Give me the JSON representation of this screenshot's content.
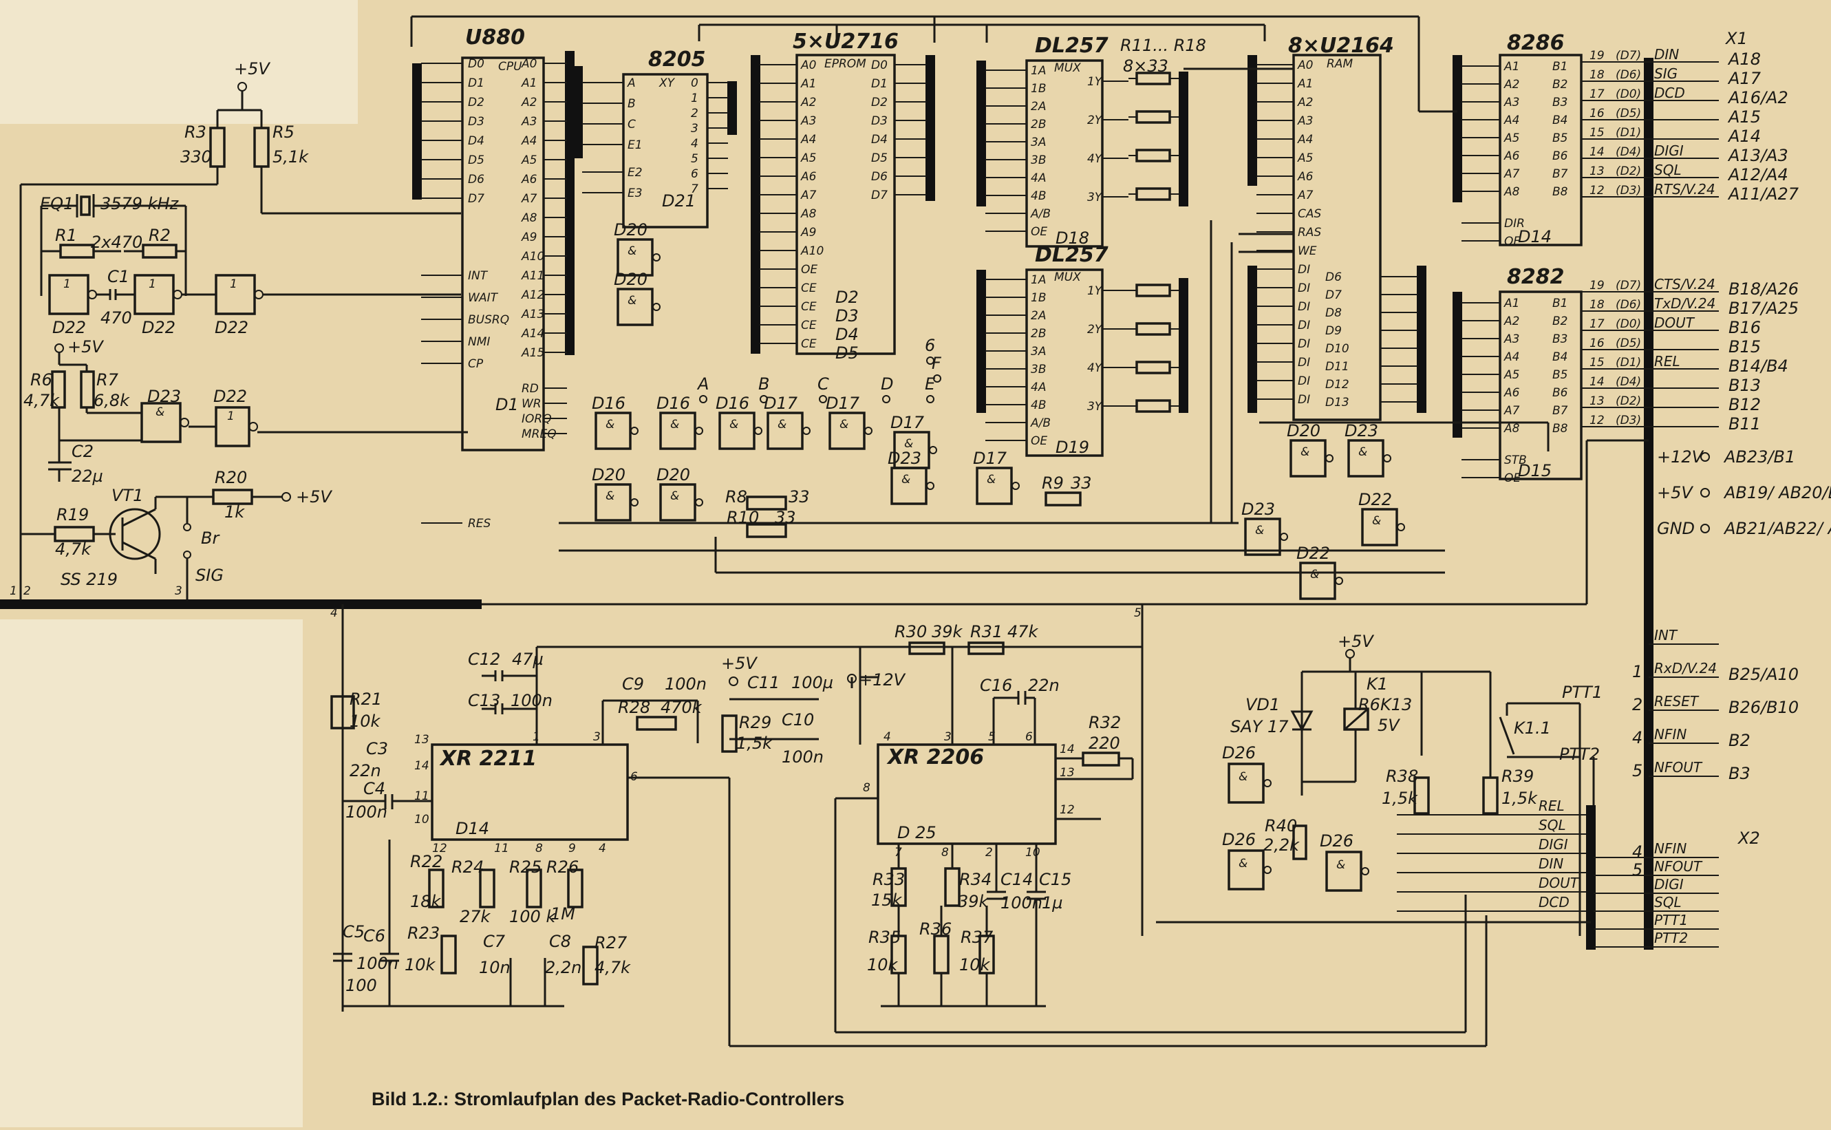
{
  "caption": "Bild 1.2.: Stromlaufplan des Packet-Radio-Controllers",
  "colors": {
    "paper": "#e8d6ac",
    "ink": "#1b1a16"
  },
  "ics": [
    {
      "key": "cpu",
      "ref": "U880",
      "type": "CPU",
      "pins_left": [
        "D0",
        "D1",
        "D2",
        "D3",
        "D4",
        "D5",
        "D6",
        "D7",
        "INT",
        "WAIT",
        "BUSRQ",
        "NMI",
        "CP",
        "RES"
      ],
      "pins_right": [
        "A0",
        "A1",
        "A2",
        "A3",
        "A4",
        "A5",
        "A6",
        "A7",
        "A8",
        "A9",
        "A10",
        "A11",
        "A12",
        "A13",
        "A14",
        "A15",
        "RD",
        "WR",
        "IORQ",
        "MREQ"
      ],
      "sub": "D1"
    },
    {
      "key": "dec",
      "ref": "8205",
      "pins_left": [
        "A",
        "B",
        "C",
        "E1",
        "E2",
        "E3"
      ],
      "sub": "D21",
      "out": "XY"
    },
    {
      "key": "eprom",
      "ref": "5×U2716",
      "type": "EPROM",
      "pins": [
        "A0",
        "A1",
        "A2",
        "A3",
        "A4",
        "A5",
        "A6",
        "A7",
        "A8",
        "A9",
        "A10",
        "OE",
        "CE",
        "CE",
        "CE",
        "CE"
      ],
      "outs": [
        "D0",
        "D1",
        "D2",
        "D3",
        "D4",
        "D5",
        "D6",
        "D7"
      ],
      "ce": [
        "D2",
        "D3",
        "D4",
        "D5"
      ]
    },
    {
      "key": "mux1",
      "ref": "DL257",
      "type": "MUX",
      "pins": [
        "1A",
        "1B",
        "2A",
        "2B",
        "3A",
        "3B",
        "4A",
        "4B",
        "A/B",
        "OE"
      ],
      "outs": [
        "1Y",
        "2Y",
        "4Y",
        "3Y"
      ],
      "sub": "D18"
    },
    {
      "key": "mux2",
      "ref": "DL257",
      "type": "MUX",
      "pins": [
        "1A",
        "1B",
        "2A",
        "2B",
        "3A",
        "3B",
        "4A",
        "4B",
        "A/B",
        "OE"
      ],
      "outs": [
        "1Y",
        "2Y",
        "4Y",
        "3Y"
      ],
      "sub": "D19"
    },
    {
      "key": "ram",
      "ref": "8×U2164",
      "type": "RAM",
      "pins": [
        "A0",
        "A1",
        "A2",
        "A3",
        "A4",
        "A5",
        "A6",
        "A7",
        "CAS",
        "RAS",
        "WE",
        "DI",
        "DI",
        "DI",
        "DI",
        "DI",
        "DI",
        "DI",
        "DI"
      ],
      "outs": [
        "D6",
        "D7",
        "D8",
        "D9",
        "D10",
        "D11",
        "D12",
        "D13"
      ]
    },
    {
      "key": "buf1",
      "ref": "8286",
      "pins": [
        "A1",
        "A2",
        "A3",
        "A4",
        "A5",
        "A6",
        "A7",
        "A8",
        "DIR",
        "OE"
      ],
      "outs": [
        "B1",
        "B2",
        "B3",
        "B4",
        "B5",
        "B6",
        "B7",
        "B8"
      ],
      "sub": "D14"
    },
    {
      "key": "buf2",
      "ref": "8282",
      "pins": [
        "A1",
        "A2",
        "A3",
        "A4",
        "A5",
        "A6",
        "A7",
        "A8",
        "STB",
        "OE"
      ],
      "outs": [
        "B1",
        "B2",
        "B3",
        "B4",
        "B5",
        "B6",
        "B7",
        "B8"
      ],
      "sub": "D15"
    },
    {
      "key": "pll",
      "ref": "XR 2211",
      "sub": "D14"
    },
    {
      "key": "vco",
      "ref": "XR 2206",
      "sub": "D 25"
    }
  ],
  "connector_x1": {
    "title": "X1",
    "rows_top": [
      {
        "pin": "19",
        "data": "(D7)",
        "sig": "DIN",
        "dest": "A18"
      },
      {
        "pin": "18",
        "data": "(D6)",
        "sig": "SIG",
        "dest": "A17"
      },
      {
        "pin": "17",
        "data": "(D0)",
        "sig": "DCD",
        "dest": "A16/A2"
      },
      {
        "pin": "16",
        "data": "(D5)",
        "sig": "",
        "dest": "A15"
      },
      {
        "pin": "15",
        "data": "(D1)",
        "sig": "",
        "dest": "A14"
      },
      {
        "pin": "14",
        "data": "(D4)",
        "sig": "DIGI",
        "dest": "A13/A3"
      },
      {
        "pin": "13",
        "data": "(D2)",
        "sig": "SQL",
        "dest": "A12/A4"
      },
      {
        "pin": "12",
        "data": "(D3)",
        "sig": "RTS/V.24",
        "dest": "A11/A27"
      }
    ],
    "rows_bottom": [
      {
        "pin": "19",
        "data": "(D7)",
        "sig": "CTS/V.24",
        "dest": "B18/A26"
      },
      {
        "pin": "18",
        "data": "(D6)",
        "sig": "TxD/V.24",
        "dest": "B17/A25"
      },
      {
        "pin": "17",
        "data": "(D0)",
        "sig": "DOUT",
        "dest": "B16"
      },
      {
        "pin": "16",
        "data": "(D5)",
        "sig": "",
        "dest": "B15"
      },
      {
        "pin": "15",
        "data": "(D1)",
        "sig": "REL",
        "dest": "B14/B4"
      },
      {
        "pin": "14",
        "data": "(D4)",
        "sig": "",
        "dest": "B13"
      },
      {
        "pin": "13",
        "data": "(D2)",
        "sig": "",
        "dest": "B12"
      },
      {
        "pin": "12",
        "data": "(D3)",
        "sig": "",
        "dest": "B11"
      }
    ],
    "power": [
      {
        "label": "+12V",
        "dest": "AB23/B1"
      },
      {
        "label": "+5V",
        "dest": "AB19/ AB20/B5"
      },
      {
        "label": "GND",
        "dest": "AB21/AB22/ AB29/A5/A1"
      }
    ],
    "lower": [
      {
        "pin": "",
        "sig": "INT",
        "dest": ""
      },
      {
        "pin": "1",
        "sig": "RxD/V.24",
        "dest": "B25/A10"
      },
      {
        "pin": "2",
        "sig": "RESET",
        "dest": "B26/B10"
      },
      {
        "pin": "4",
        "sig": "NFIN",
        "dest": "B2"
      },
      {
        "pin": "5",
        "sig": "NFOUT",
        "dest": "B3"
      }
    ]
  },
  "connector_x2": {
    "title": "X2",
    "rows": [
      {
        "pin": "4",
        "sig": "NFIN"
      },
      {
        "pin": "5",
        "sig": "NFOUT"
      },
      {
        "pin": "",
        "sig": "DIGI"
      },
      {
        "pin": "",
        "sig": "SQL"
      },
      {
        "pin": "",
        "sig": "PTT1"
      },
      {
        "pin": "",
        "sig": "PTT2"
      }
    ]
  },
  "components": {
    "supply_5v": "+5V",
    "r3": "R3",
    "r3v": "330",
    "r5": "R5",
    "r5v": "5,1k",
    "eq1": "EQ1",
    "eq1v": "3579 kHz",
    "r1": "R1",
    "r2": "R2",
    "rv": "2x470",
    "c1": "C1",
    "c1v": "470",
    "d22": "D22",
    "r6": "R6",
    "r6v": "4,7k",
    "r7": "R7",
    "r7v": "6,8k",
    "c2": "C2",
    "c2v": "22µ",
    "d23": "D23",
    "r19": "R19",
    "r19v": "4,7k",
    "vt1": "VT1",
    "ss": "SS 219",
    "r20": "R20",
    "r20v": "1k",
    "br": "Br",
    "sig": "SIG",
    "r8": "R8",
    "r8v": "33",
    "r10": "R10",
    "r10v": "33",
    "r9": "R9",
    "r9v": "33",
    "rnet": "R11... R18",
    "rnetv": "8×33",
    "gates": [
      "D16",
      "D16",
      "D16",
      "D17",
      "D17",
      "D20",
      "D20",
      "D20",
      "D20",
      "D17",
      "D23",
      "D17",
      "D23",
      "D20",
      "D22",
      "D23",
      "D22"
    ],
    "jumpers": [
      "A",
      "B",
      "C",
      "D",
      "E",
      "F",
      "6"
    ],
    "r21": "R21",
    "r21v": "10k",
    "c12": "C12",
    "c12v": "47µ",
    "c13": "C13",
    "c13v": "100n",
    "c3": "C3",
    "c3v": "22n",
    "c4": "C4",
    "c4v": "100n",
    "c9": "C9",
    "c9v": "100n",
    "r28": "R28",
    "r28v": "470k",
    "c11": "C11",
    "c11v": "100µ",
    "r29": "R29",
    "r29v": "1,5k",
    "c10": "C10",
    "c10v": "100n",
    "r22": "R22",
    "r22v": "18k",
    "r24": "R24",
    "r24v": "27k",
    "r25": "R25",
    "r25v": "100 k",
    "r26": "R26",
    "r26v": "1M",
    "r23": "R23",
    "r23v": "10k",
    "r27": "R27",
    "r27v": "4,7k",
    "c5": "C5",
    "c5v": "100",
    "c6": "C6",
    "c6v": "100n",
    "c7": "C7",
    "c7v": "10n",
    "c8": "C8",
    "c8v": "2,2n",
    "r30": "R30",
    "r30v": "39k",
    "r31": "R31",
    "r31v": "47k",
    "p12": "+12V",
    "c16": "C16",
    "c16v": "22n",
    "r32": "R32",
    "r32v": "220",
    "r33": "R33",
    "r33v": "15k",
    "r34": "R34",
    "r34v": "39k",
    "c14": "C14",
    "c14v": "100n",
    "c15": "C15",
    "c15v": "1µ",
    "r35": "R35",
    "r35v": "10k",
    "r36": "R36",
    "r37": "R37",
    "r37v": "10k",
    "vd1": "VD1",
    "vd1v": "SAY 17",
    "k1": "K1",
    "k1v": "R6K13",
    "k1u": "5V",
    "k11": "K1.1",
    "ptt1": "PTT1",
    "ptt2": "PTT2",
    "r38": "R38",
    "r38v": "1,5k",
    "r39": "R39",
    "r39v": "1,5k",
    "r40": "R40",
    "r40v": "2,2k",
    "d26": "D26",
    "sigs_lower": [
      "REL",
      "SQL",
      "DIGI",
      "DIN",
      "DOUT",
      "DCD"
    ]
  }
}
